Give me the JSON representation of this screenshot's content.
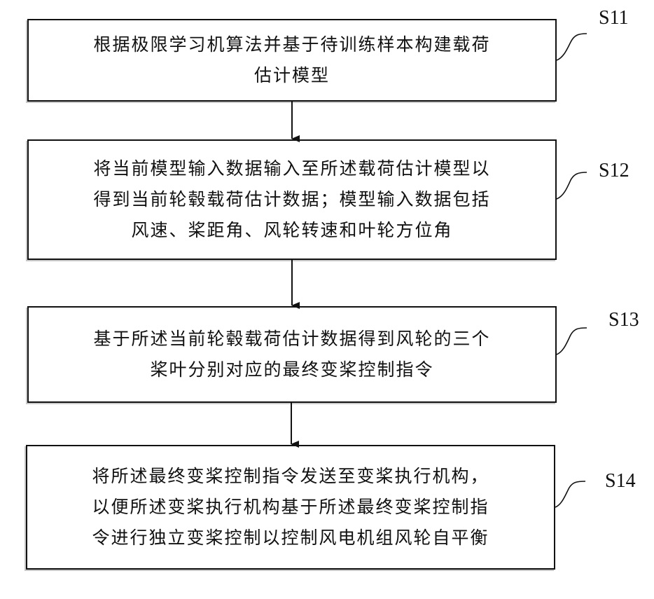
{
  "diagram": {
    "type": "flowchart",
    "direction": "top-to-bottom",
    "steps": [
      {
        "id": "S11",
        "label": "S11",
        "text": "根据极限学习机算法并基于待训练样本构建载荷\n估计模型"
      },
      {
        "id": "S12",
        "label": "S12",
        "text": "将当前模型输入数据输入至所述载荷估计模型以\n得到当前轮毂载荷估计数据；模型输入数据包括\n风速、桨距角、风轮转速和叶轮方位角"
      },
      {
        "id": "S13",
        "label": "S13",
        "text": "基于所述当前轮毂载荷估计数据得到风轮的三个\n桨叶分别对应的最终变桨控制指令"
      },
      {
        "id": "S14",
        "label": "S14",
        "text": "将所述最终变桨控制指令发送至变桨执行机构，\n以便所述变桨执行机构基于所述最终变桨控制指\n令进行独立变桨控制以控制风电机组风轮自平衡"
      }
    ],
    "edges": [
      {
        "from": "S11",
        "to": "S12"
      },
      {
        "from": "S12",
        "to": "S13"
      },
      {
        "from": "S13",
        "to": "S14"
      }
    ],
    "colors": {
      "stroke": "#111111",
      "fill": "#ffffff",
      "text": "#111111"
    }
  }
}
